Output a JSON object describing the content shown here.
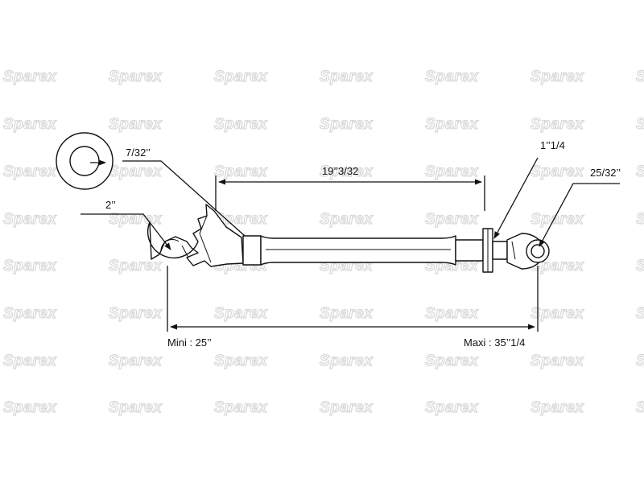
{
  "watermark": {
    "text": "Sparex"
  },
  "labels": {
    "pin_diameter": "7/32’’",
    "hook": "2’’",
    "tube_length": "19’’3/32",
    "thread": "1’’1/4",
    "ball_end": "25/32’’",
    "min_length": "Mini : 25’’",
    "max_length": "Maxi : 35’’1/4"
  },
  "colors": {
    "line": "#111111",
    "watermark": "#d8d8d8",
    "background": "#ffffff"
  }
}
